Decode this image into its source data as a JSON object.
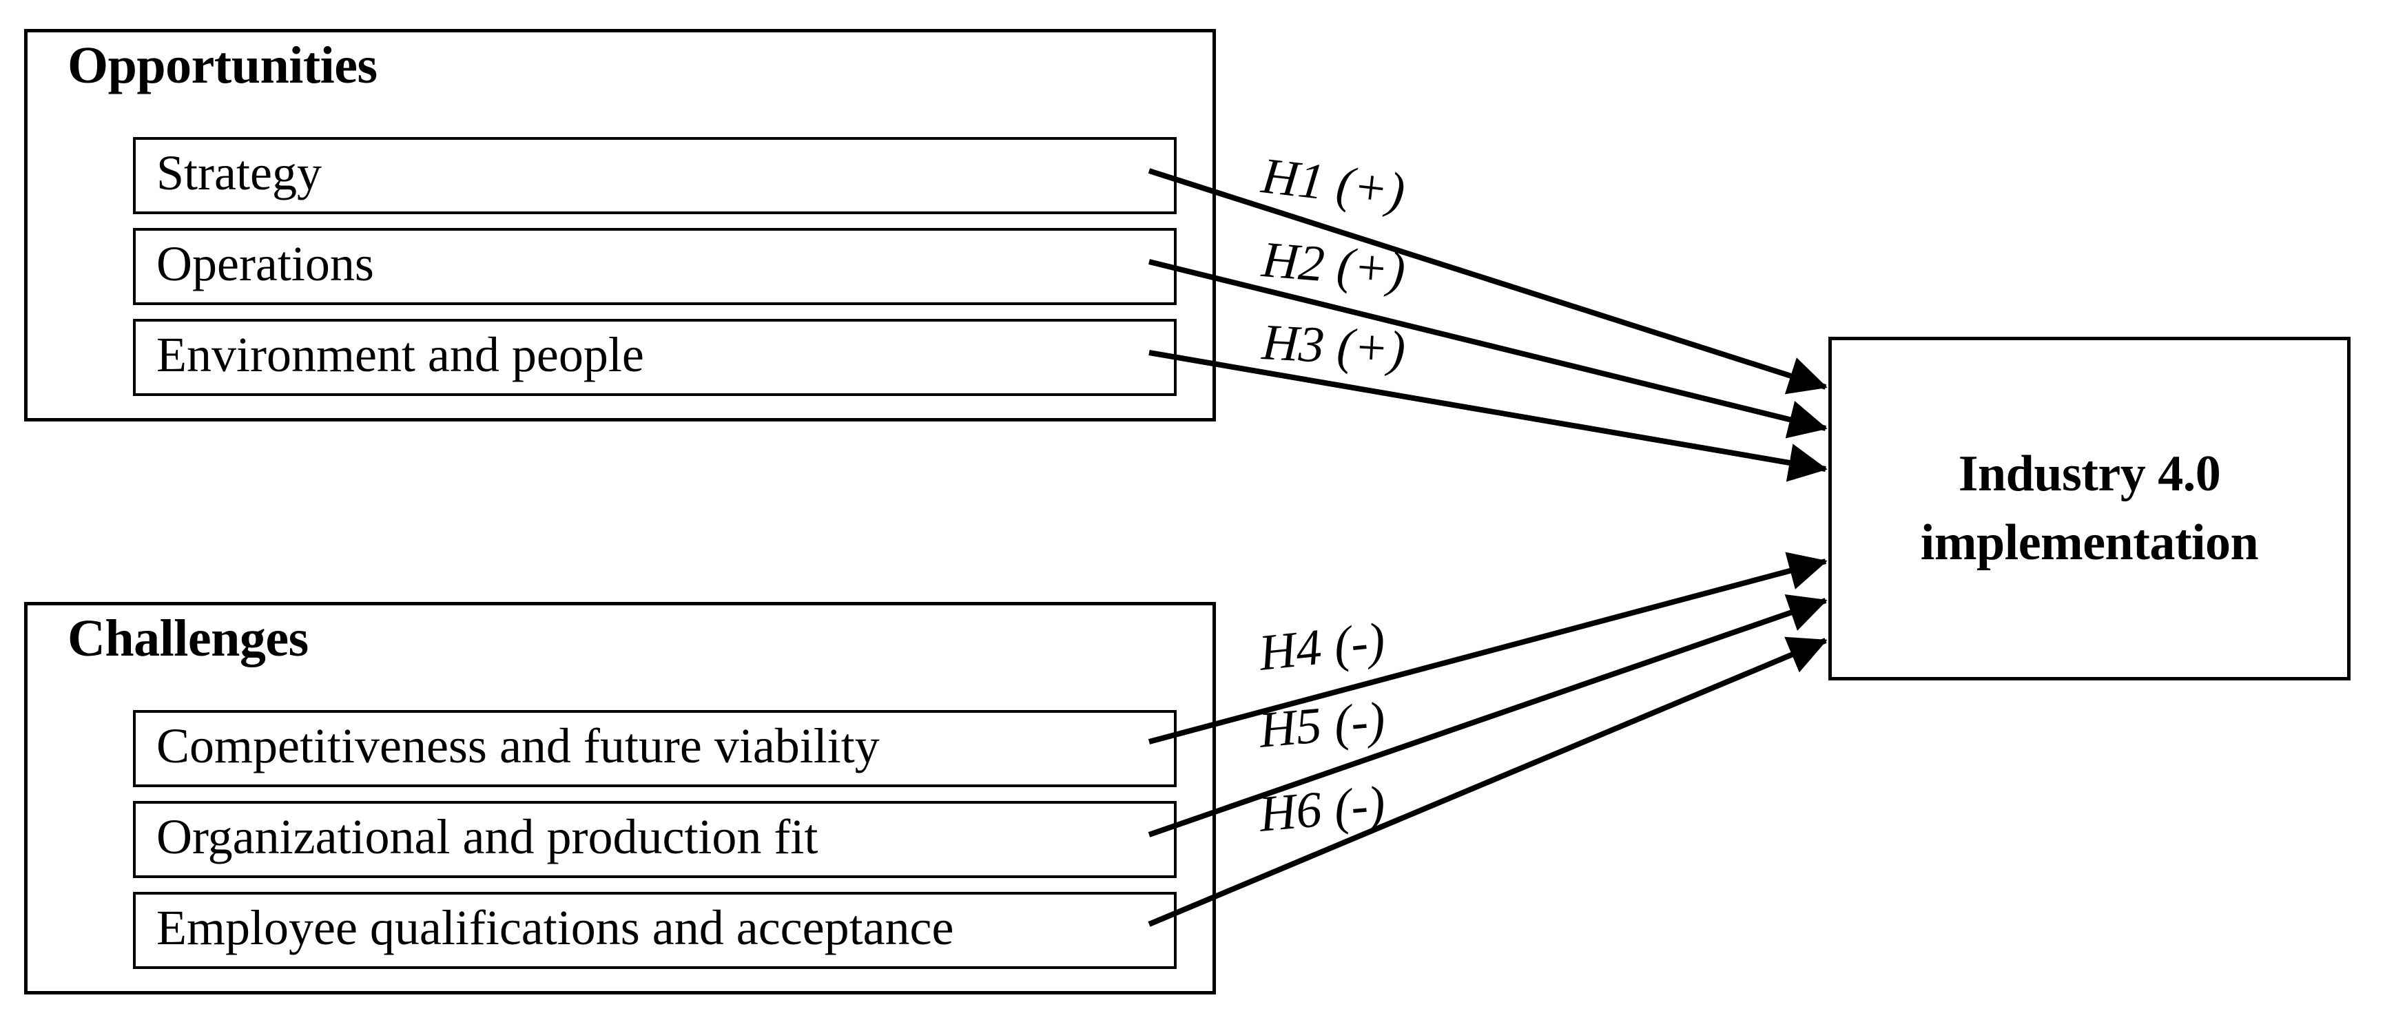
{
  "diagram": {
    "title_present": false,
    "target": {
      "label_line1": "Industry 4.0",
      "label_line2": "implementation",
      "label_full": "Industry 4.0 implementation"
    },
    "groups": [
      {
        "id": "opportunities",
        "title": "Opportunities",
        "items": [
          {
            "label": "Strategy"
          },
          {
            "label": "Operations"
          },
          {
            "label": "Environment and people"
          }
        ]
      },
      {
        "id": "challenges",
        "title": "Challenges",
        "items": [
          {
            "label": "Competitiveness and future viability"
          },
          {
            "label": "Organizational and production fit"
          },
          {
            "label": "Employee qualifications and acceptance"
          }
        ]
      }
    ],
    "hypotheses": [
      {
        "id": "H1",
        "label": "H1 (+)",
        "sign": "+",
        "from": "Strategy",
        "to": "Industry 4.0 implementation"
      },
      {
        "id": "H2",
        "label": "H2 (+)",
        "sign": "+",
        "from": "Operations",
        "to": "Industry 4.0 implementation"
      },
      {
        "id": "H3",
        "label": "H3 (+)",
        "sign": "+",
        "from": "Environment and people",
        "to": "Industry 4.0 implementation"
      },
      {
        "id": "H4",
        "label": "H4 (-)",
        "sign": "-",
        "from": "Competitiveness and future viability",
        "to": "Industry 4.0 implementation"
      },
      {
        "id": "H5",
        "label": "H5 (-)",
        "sign": "-",
        "from": "Organizational and production fit",
        "to": "Industry 4.0 implementation"
      },
      {
        "id": "H6",
        "label": "H6 (-)",
        "sign": "-",
        "from": "Employee qualifications and acceptance",
        "to": "Industry 4.0 implementation"
      }
    ],
    "colors": {
      "stroke": "#000000",
      "background": "#ffffff",
      "text": "#000000"
    }
  }
}
